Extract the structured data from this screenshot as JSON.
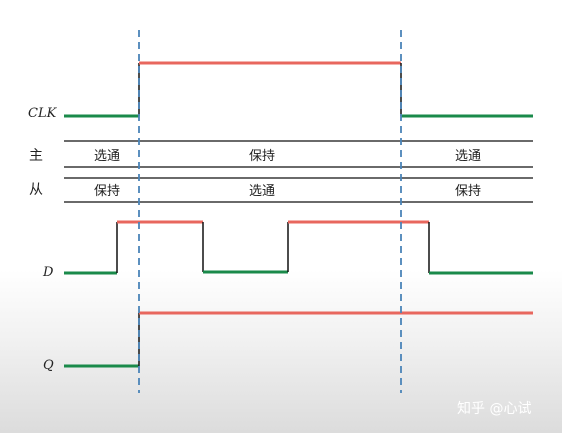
{
  "signals": {
    "clk": "CLK",
    "d": "D",
    "q": "Q"
  },
  "rows": {
    "master_label": "主",
    "slave_label": "从",
    "master_states": [
      "选通",
      "保持",
      "选通"
    ],
    "slave_states": [
      "保持",
      "选通",
      "保持"
    ]
  },
  "watermark": "知乎 @心试",
  "colors": {
    "high": "#e8675e",
    "low": "#1a8a4a",
    "guide": "#4a84b8"
  }
}
